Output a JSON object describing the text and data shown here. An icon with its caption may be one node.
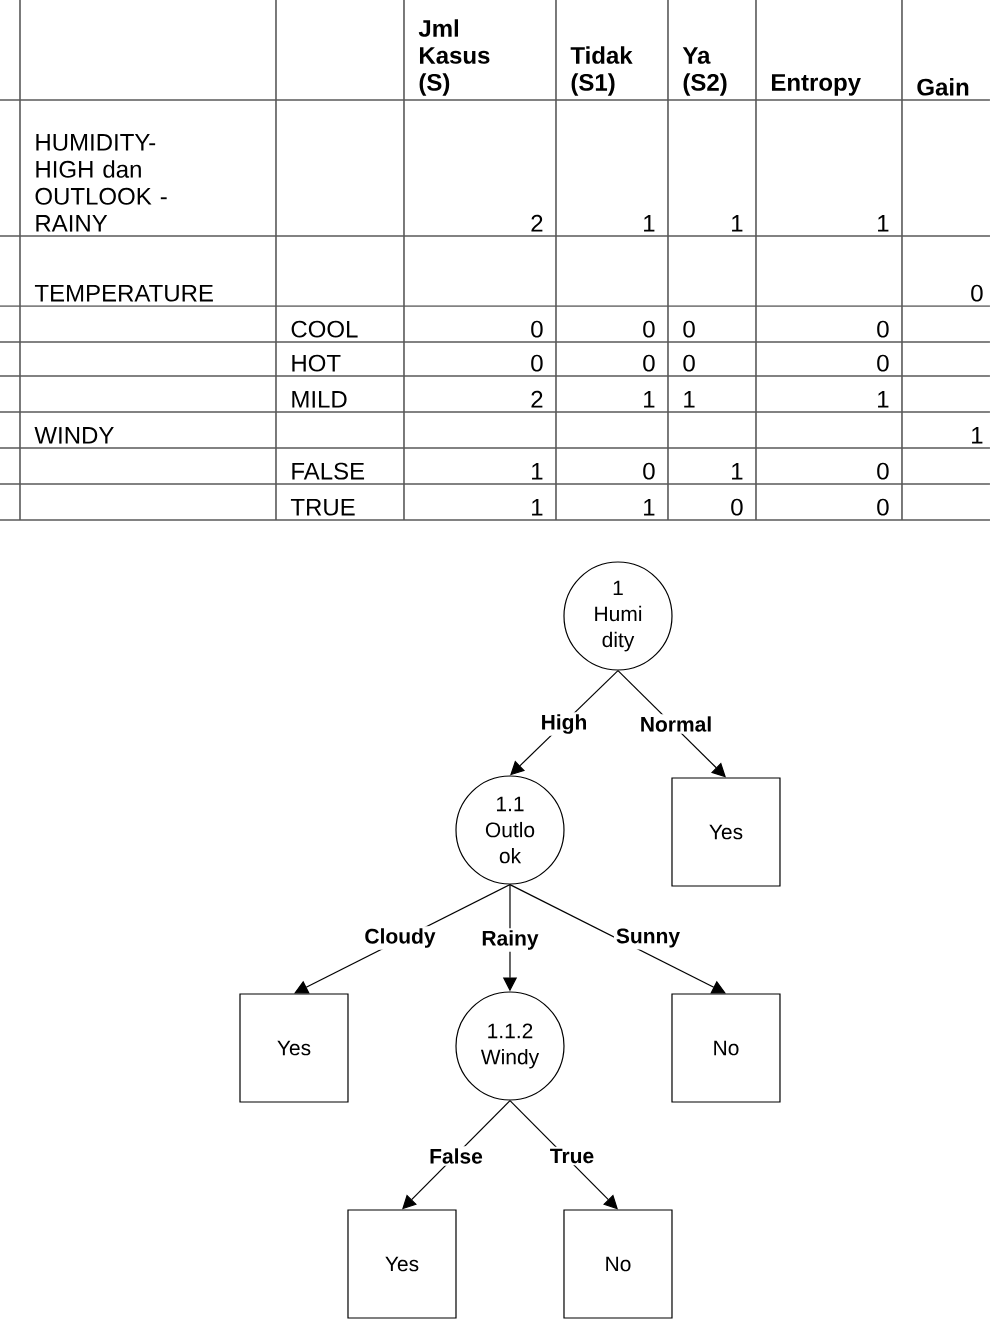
{
  "diagram": {
    "nodes": [
      {
        "text": [
          "1 Humi dity"
        ]
      },
      {
        "text": [
          "1.1 Outlo ok"
        ]
      },
      {
        "text": [
          "Yes"
        ]
      },
      {
        "text": [
          "Yes"
        ]
      },
      {
        "text": [
          "1.1.2 Windy"
        ]
      },
      {
        "text": [
          "No"
        ]
      },
      {
        "text": [
          "Yes"
        ]
      },
      {
        "text": [
          "No"
        ]
      }
    ],
    "edges": [
      {
        "from": 0,
        "to": 1,
        "arrow": "to",
        "label": "High"
      },
      {
        "from": 0,
        "to": 2,
        "arrow": "to",
        "label": "Normal"
      },
      {
        "from": 1,
        "to": 3,
        "arrow": "to",
        "label": "Cloudy"
      },
      {
        "from": 1,
        "to": 4,
        "arrow": "to",
        "label": "Rainy"
      },
      {
        "from": 1,
        "to": 5,
        "arrow": "to",
        "label": "Sunny"
      },
      {
        "from": 4,
        "to": 6,
        "arrow": "to",
        "label": "False"
      },
      {
        "from": 4,
        "to": 7,
        "arrow": "to",
        "label": "True"
      }
    ],
    "labels": [
      "Jml Kasus (S)",
      "Tidak (S1)",
      "Ya (S2)",
      "Entropy",
      "Gain",
      "HUMIDITY- HIGH dan OUTLOOK - RAINY",
      "2",
      "1",
      "1",
      "1",
      "TEMPERATURE",
      "0",
      "COOL",
      "0",
      "0",
      "0",
      "0",
      "HOT",
      "0",
      "0",
      "0",
      "0",
      "MILD",
      "2",
      "1",
      "1",
      "1",
      "WINDY",
      "1",
      "FALSE",
      "1",
      "0",
      "1",
      "0",
      "TRUE",
      "1",
      "1",
      "0",
      "0"
    ]
  }
}
